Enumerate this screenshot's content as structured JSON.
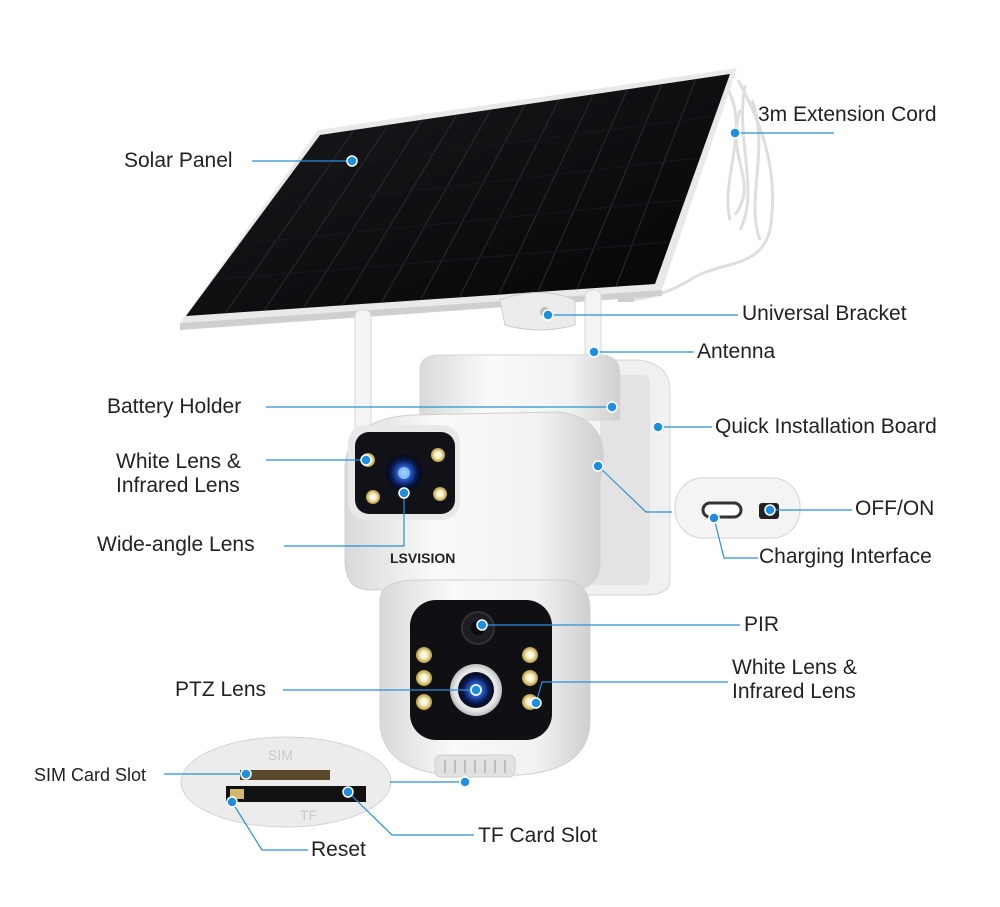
{
  "brand": {
    "logo_text": "LSVISION"
  },
  "product_parts": {
    "sim_slot_marking": "SIM",
    "tf_slot_marking": "TF"
  },
  "labels": {
    "solar_panel": "Solar Panel",
    "extension_cord": "3m Extension Cord",
    "universal_bracket": "Universal Bracket",
    "antenna": "Antenna",
    "battery_holder": "Battery Holder",
    "quick_installation_board": "Quick Installation Board",
    "white_infrared_top_line1": "White Lens &",
    "white_infrared_top_line2": "Infrared Lens",
    "off_on": "OFF/ON",
    "wide_angle_lens": "Wide-angle Lens",
    "charging_interface": "Charging Interface",
    "pir": "PIR",
    "white_infrared_bottom_line1": "White Lens &",
    "white_infrared_bottom_line2": "Infrared Lens",
    "ptz_lens": "PTZ Lens",
    "sim_card_slot": "SIM Card Slot",
    "tf_card_slot": "TF Card Slot",
    "reset": "Reset"
  },
  "colors": {
    "callout_line": "#2b8fd6",
    "callout_dot": "#1e8ee0",
    "panel": "#0d0d10",
    "camera_body": "#f2f2f2"
  }
}
